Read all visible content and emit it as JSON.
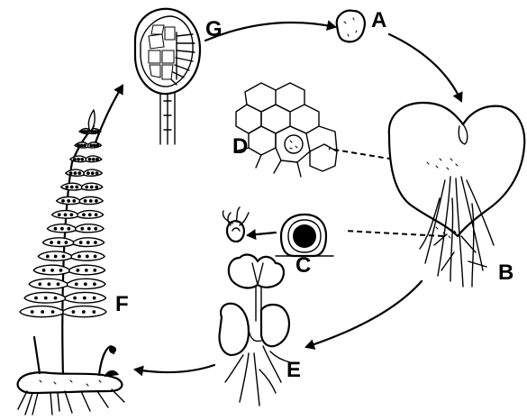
{
  "diagram": {
    "stages": [
      {
        "id": "A",
        "label": "A"
      },
      {
        "id": "B",
        "label": "B"
      },
      {
        "id": "C",
        "label": "C"
      },
      {
        "id": "D",
        "label": "D"
      },
      {
        "id": "E",
        "label": "E"
      },
      {
        "id": "F",
        "label": "F"
      },
      {
        "id": "G",
        "label": "G"
      }
    ],
    "colors": {
      "ink": "#000000",
      "background": "#ffffff"
    }
  }
}
